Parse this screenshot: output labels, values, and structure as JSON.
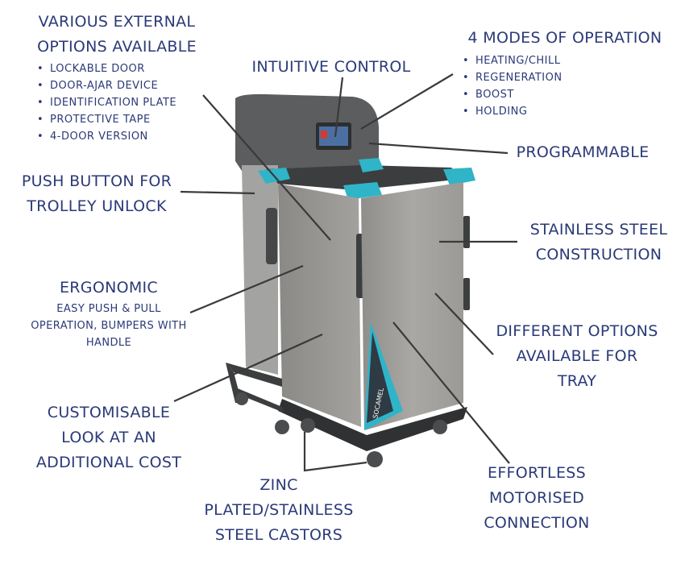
{
  "colors": {
    "text": "#2b3a78",
    "leader": "#3a3a3a",
    "accent": "#2fb4c8"
  },
  "labels": {
    "external_options": {
      "title_lines": [
        "VARIOUS EXTERNAL",
        "OPTIONS AVAILABLE"
      ],
      "items": [
        "LOCKABLE DOOR",
        "DOOR-AJAR DEVICE",
        "IDENTIFICATION PLATE",
        "PROTECTIVE TAPE",
        "4-DOOR VERSION"
      ]
    },
    "intuitive_control": "INTUITIVE CONTROL",
    "modes": {
      "title": "4 MODES OF OPERATION",
      "items": [
        "HEATING/CHILL",
        "REGENERATION",
        "BOOST",
        "HOLDING"
      ]
    },
    "programmable": "PROGRAMMABLE",
    "push_button": [
      "PUSH BUTTON FOR",
      "TROLLEY UNLOCK"
    ],
    "stainless": [
      "STAINLESS STEEL",
      "CONSTRUCTION"
    ],
    "ergonomic": {
      "title": "ERGONOMIC",
      "sub_lines": [
        "EASY PUSH & PULL",
        "OPERATION, BUMPERS WITH",
        "HANDLE"
      ]
    },
    "tray_options": [
      "DIFFERENT OPTIONS",
      "AVAILABLE FOR",
      "TRAY"
    ],
    "customisable": [
      "CUSTOMISABLE",
      "LOOK AT AN",
      "ADDITIONAL COST"
    ],
    "castors": [
      "ZINC",
      "PLATED/STAINLESS",
      "STEEL CASTORS"
    ],
    "motorised": [
      "EFFORTLESS",
      "MOTORISED",
      "CONNECTION"
    ]
  },
  "brand_logo_text": "SOCAMEL"
}
